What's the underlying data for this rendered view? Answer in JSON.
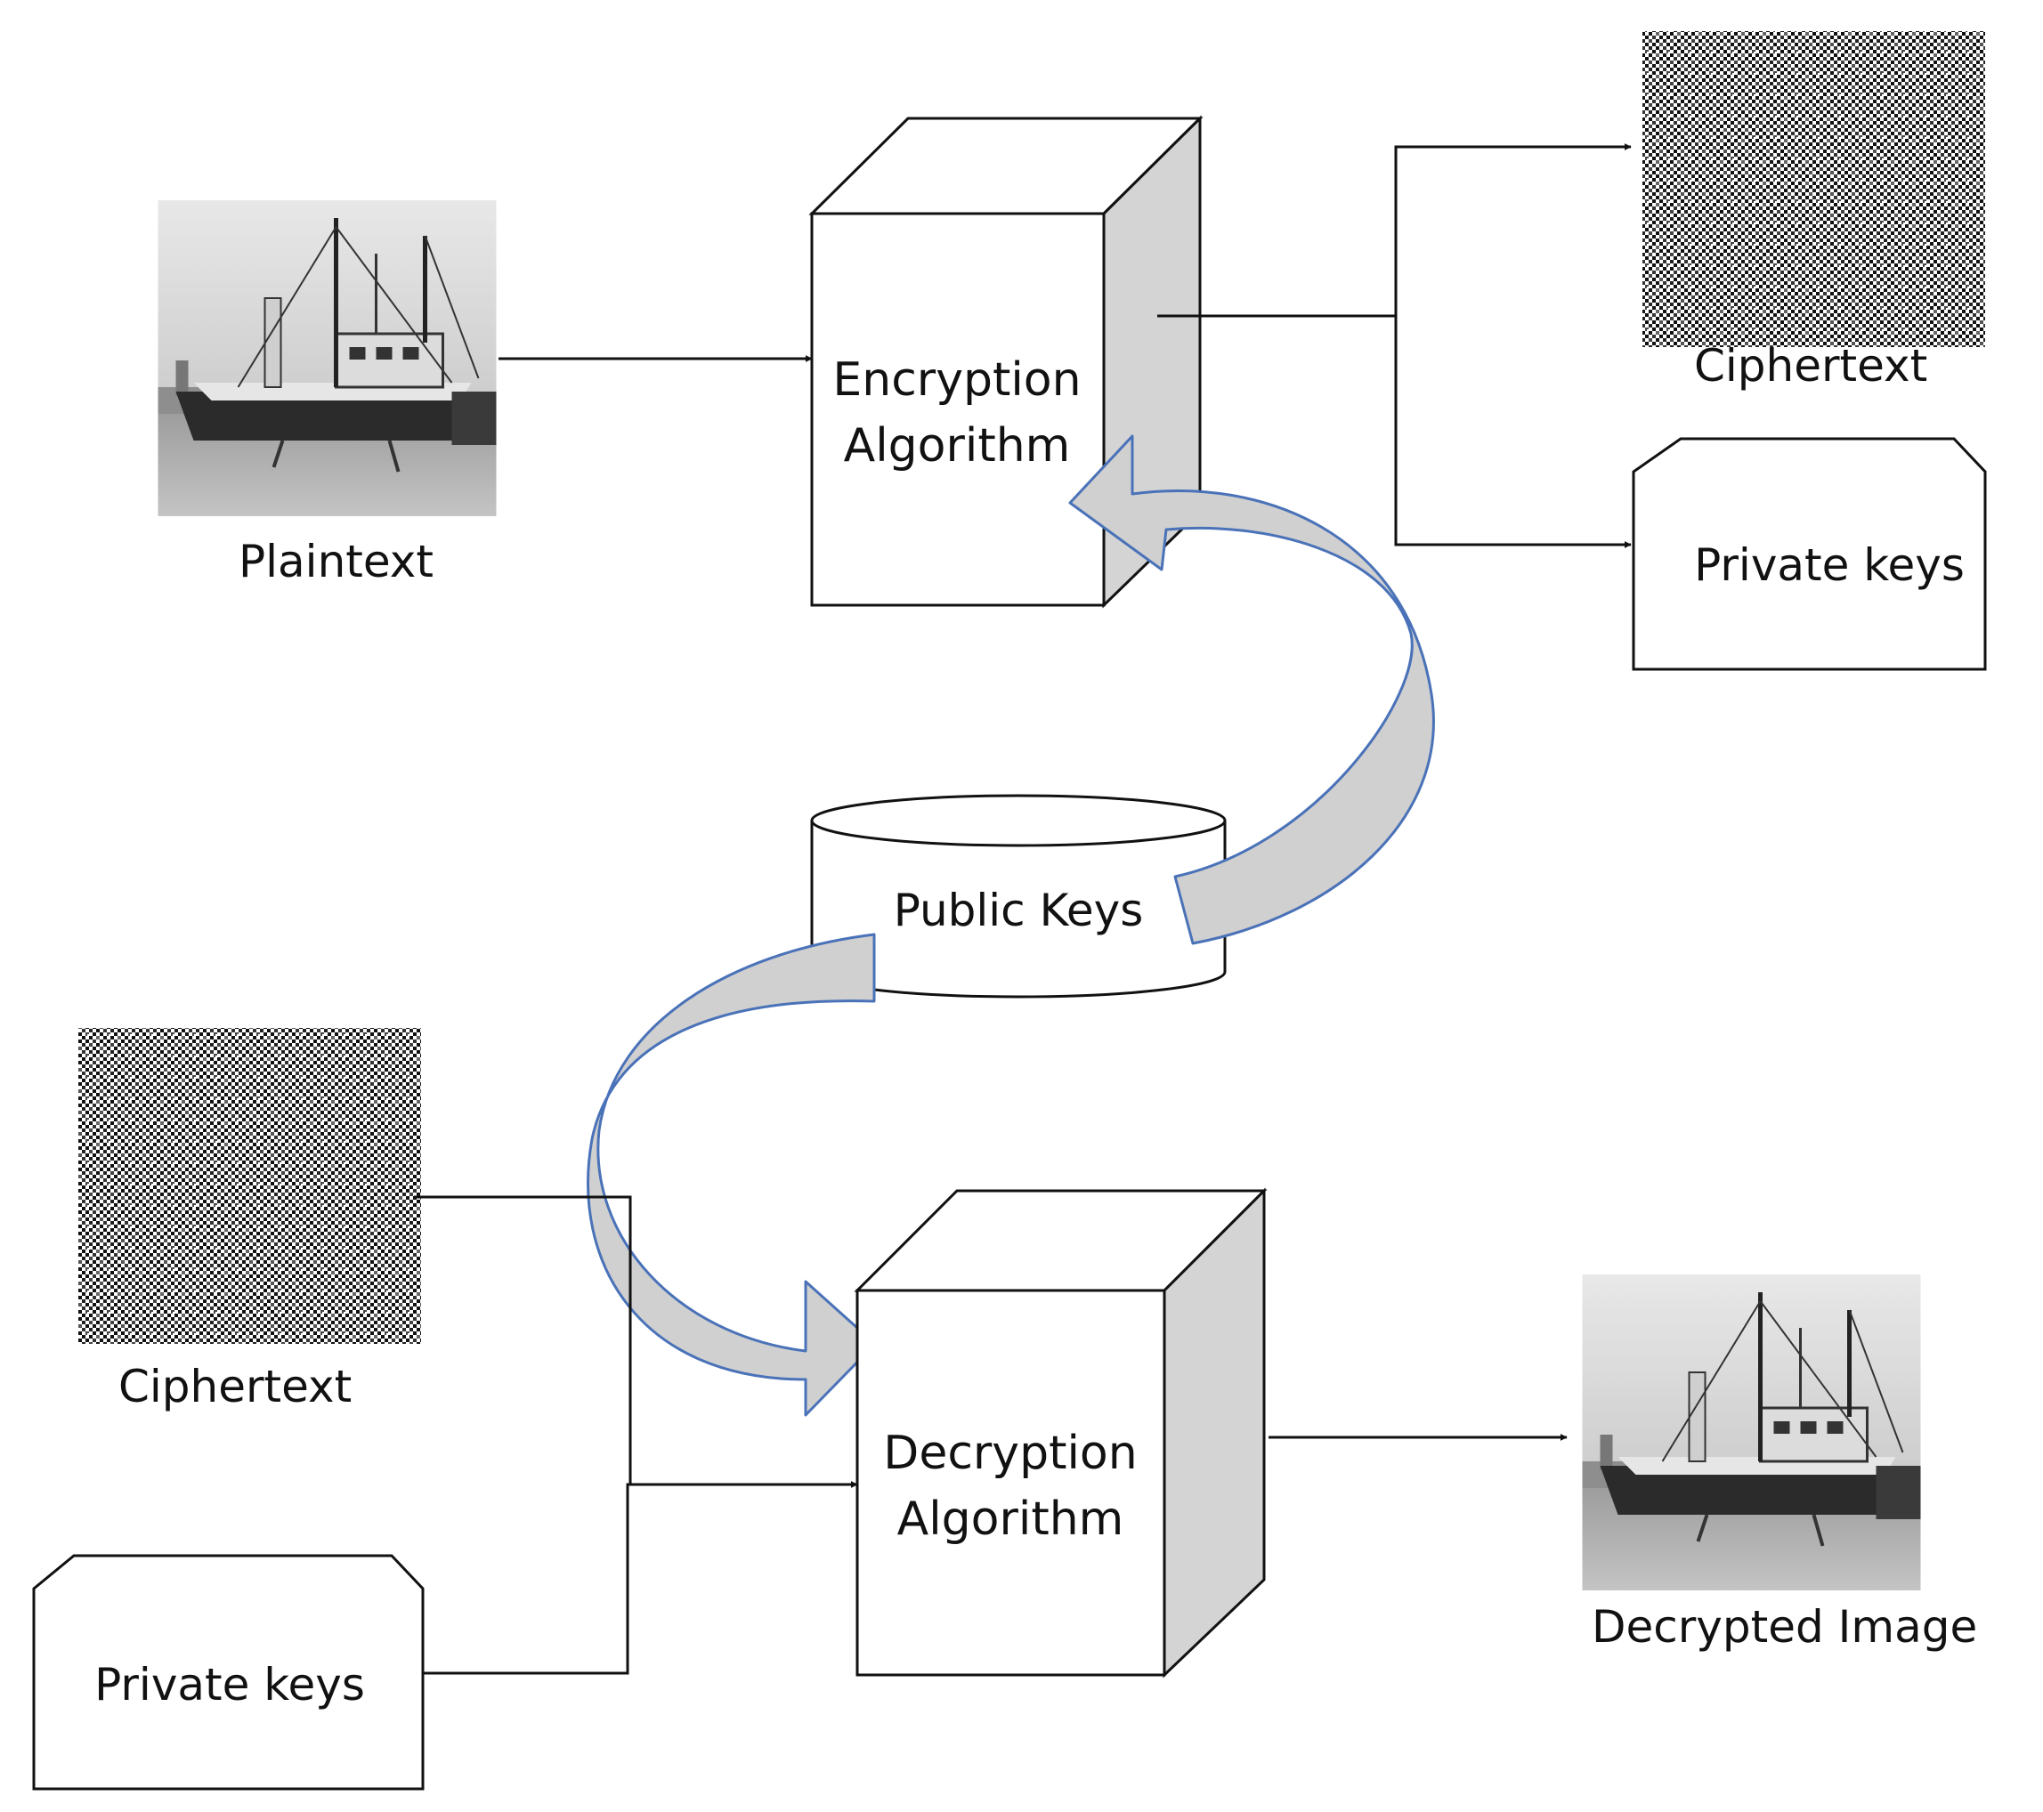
{
  "labels": {
    "plaintext": "Plaintext",
    "encryption_line1": "Encryption",
    "encryption_line2": "Algorithm",
    "ciphertext_top": "Ciphertext",
    "private_keys_top": "Private keys",
    "public_keys": "Public Keys",
    "ciphertext_bottom": "Ciphertext",
    "private_keys_bottom": "Private keys",
    "decryption_line1": "Decryption",
    "decryption_line2": "Algorithm",
    "decrypted_image": "Decrypted Image"
  },
  "colors": {
    "stroke": "#111111",
    "side_face": "#d4d4d4",
    "curved_arrow_stroke": "#4a72b8",
    "curved_arrow_fill": "#d0d0d0"
  }
}
